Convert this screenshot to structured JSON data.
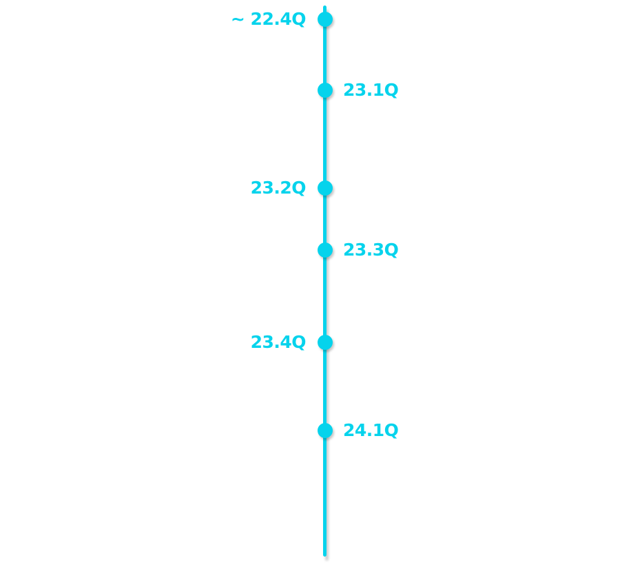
{
  "colors": {
    "accent": "#06d3ec"
  },
  "timeline": {
    "milestones": [
      {
        "label": "~ 22.4Q",
        "side": "left"
      },
      {
        "label": "23.1Q",
        "side": "right"
      },
      {
        "label": "23.2Q",
        "side": "left"
      },
      {
        "label": "23.3Q",
        "side": "right"
      },
      {
        "label": "23.4Q",
        "side": "left"
      },
      {
        "label": "24.1Q",
        "side": "right"
      }
    ]
  }
}
